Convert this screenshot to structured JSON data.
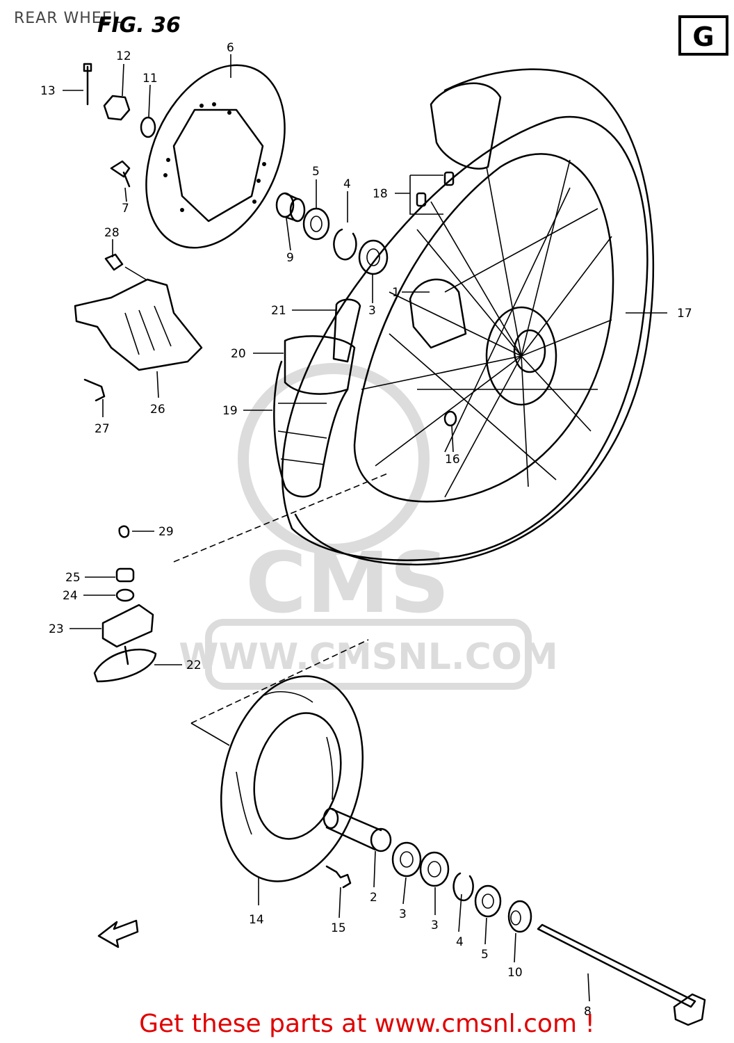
{
  "header": {
    "title": "REAR WHEEL",
    "figure": "FIG. 36",
    "region_badge": "G"
  },
  "watermark": {
    "brand": "CMS",
    "url": "WWW.CMSNL.COM"
  },
  "parts": [
    {
      "id": "p1",
      "num": "1"
    },
    {
      "id": "p2",
      "num": "2"
    },
    {
      "id": "p3a",
      "num": "3"
    },
    {
      "id": "p3b",
      "num": "3"
    },
    {
      "id": "p3c",
      "num": "3"
    },
    {
      "id": "p4a",
      "num": "4"
    },
    {
      "id": "p4b",
      "num": "4"
    },
    {
      "id": "p5a",
      "num": "5"
    },
    {
      "id": "p5b",
      "num": "5"
    },
    {
      "id": "p6",
      "num": "6"
    },
    {
      "id": "p7",
      "num": "7"
    },
    {
      "id": "p8",
      "num": "8"
    },
    {
      "id": "p9",
      "num": "9"
    },
    {
      "id": "p10",
      "num": "10"
    },
    {
      "id": "p11",
      "num": "11"
    },
    {
      "id": "p12",
      "num": "12"
    },
    {
      "id": "p13",
      "num": "13"
    },
    {
      "id": "p14",
      "num": "14"
    },
    {
      "id": "p15",
      "num": "15"
    },
    {
      "id": "p16",
      "num": "16"
    },
    {
      "id": "p17",
      "num": "17"
    },
    {
      "id": "p18",
      "num": "18"
    },
    {
      "id": "p19",
      "num": "19"
    },
    {
      "id": "p20",
      "num": "20"
    },
    {
      "id": "p21",
      "num": "21"
    },
    {
      "id": "p22",
      "num": "22"
    },
    {
      "id": "p23",
      "num": "23"
    },
    {
      "id": "p24",
      "num": "24"
    },
    {
      "id": "p25",
      "num": "25"
    },
    {
      "id": "p26",
      "num": "26"
    },
    {
      "id": "p27",
      "num": "27"
    },
    {
      "id": "p28",
      "num": "28"
    },
    {
      "id": "p29",
      "num": "29"
    }
  ],
  "footer": {
    "cta": "Get these parts at www.cmsnl.com !"
  },
  "colors": {
    "ink": "#000000",
    "cta": "#e00000",
    "watermark": "#d6d6d6"
  },
  "icons": {
    "front_arrow": "arrow-left-icon"
  }
}
